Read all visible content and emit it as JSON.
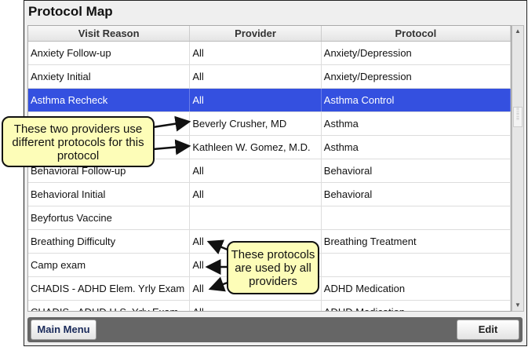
{
  "window": {
    "title": "Protocol Map"
  },
  "table": {
    "columns": [
      "Visit Reason",
      "Provider",
      "Protocol"
    ],
    "rows": [
      [
        "Anxiety Follow-up",
        "All",
        "Anxiety/Depression"
      ],
      [
        "Anxiety Initial",
        "All",
        "Anxiety/Depression"
      ],
      [
        "Asthma Recheck",
        "All",
        "Asthma Control"
      ],
      [
        "",
        "Beverly Crusher, MD",
        "Asthma"
      ],
      [
        "",
        "Kathleen W. Gomez, M.D.",
        "Asthma"
      ],
      [
        "Behavioral Follow-up",
        "All",
        "Behavioral"
      ],
      [
        "Behavioral Initial",
        "All",
        "Behavioral"
      ],
      [
        "Beyfortus Vaccine",
        "",
        ""
      ],
      [
        "Breathing Difficulty",
        "All",
        "Breathing Treatment"
      ],
      [
        "Camp exam",
        "All",
        ""
      ],
      [
        "CHADIS - ADHD Elem. Yrly Exam",
        "All",
        "ADHD Medication"
      ],
      [
        "CHADIS - ADHD H.S. Yrly Exam",
        "All",
        "ADHD Medication"
      ]
    ],
    "selected_index": 2
  },
  "buttons": {
    "main_menu": "Main Menu",
    "edit": "Edit"
  },
  "callouts": {
    "providers": "These two providers use different protocols for this protocol",
    "all": "These protocols are used by all providers"
  },
  "colors": {
    "selected": "#3450e0",
    "callout": "#fdfdb8"
  }
}
